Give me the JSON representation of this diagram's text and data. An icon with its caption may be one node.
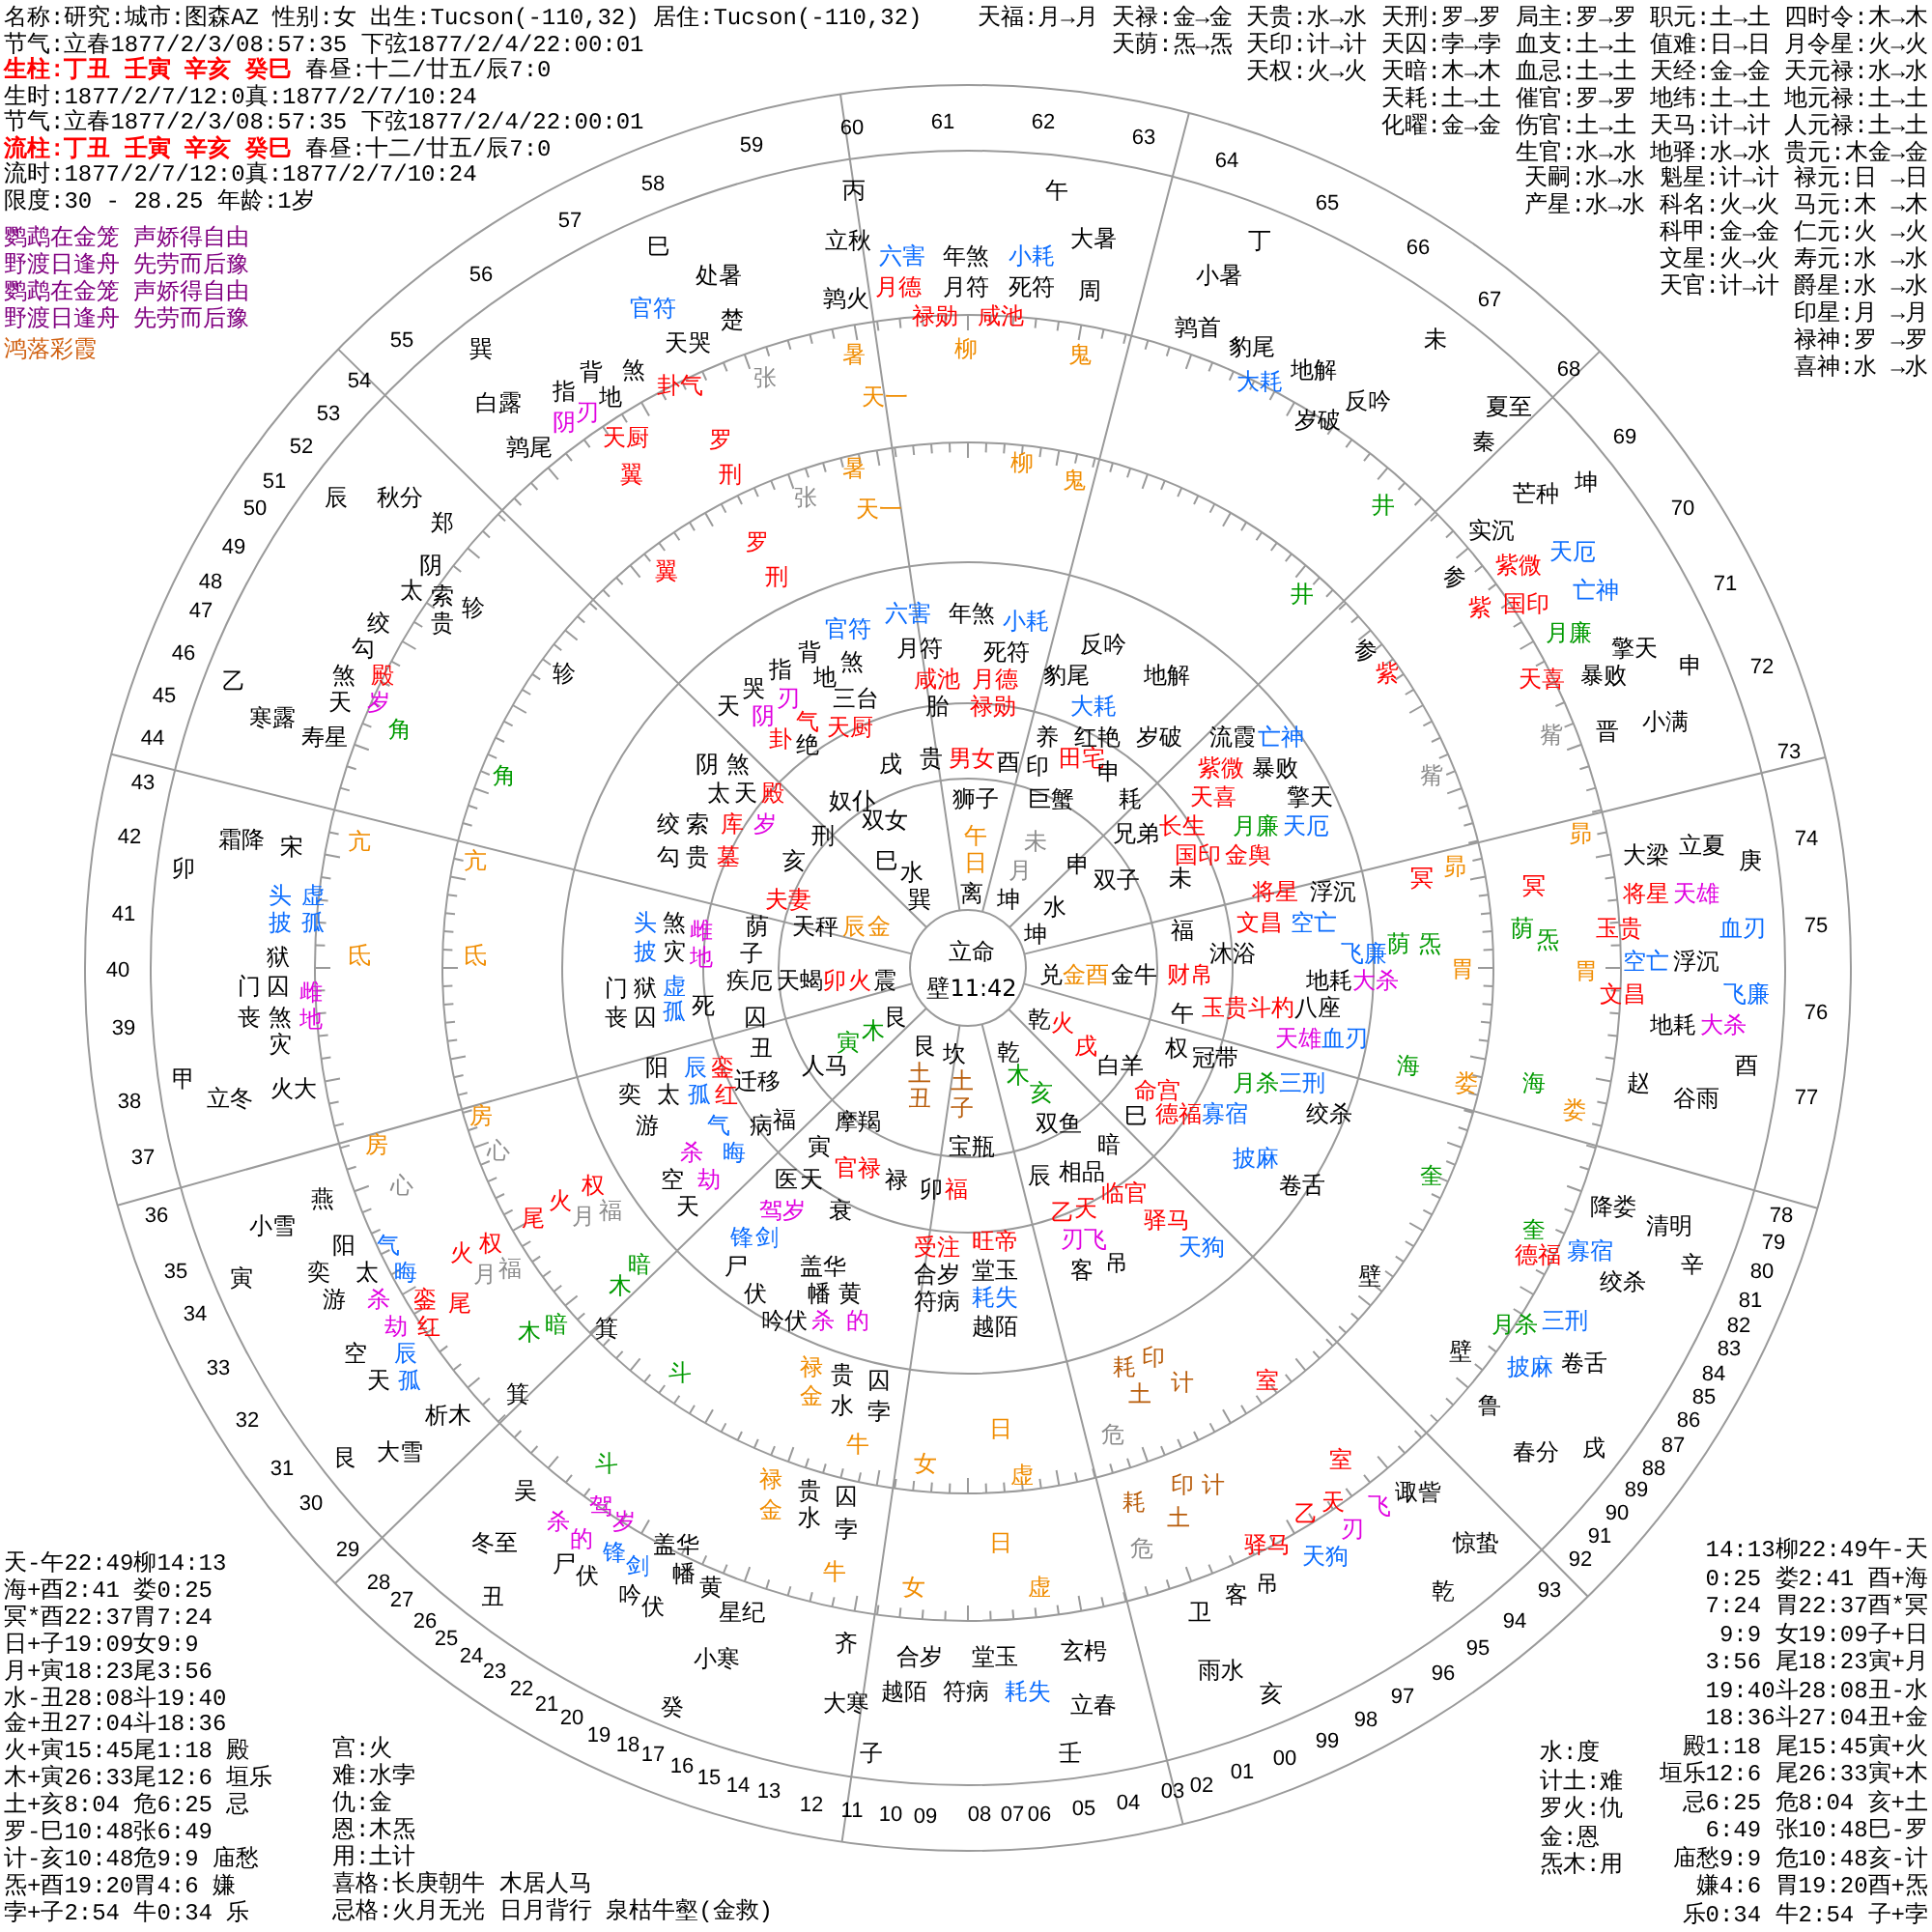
{
  "diagram": {
    "labels": [
      "名称:研究:城市:图森AZ 性别:女 出生:Tucson(-110,32) 居住:Tucson(-110,32)",
      "节气:立春1877/2/3/08:57:35 下弦1877/2/4/22:00:01",
      "**生柱:丁丑 壬寅 辛亥 癸巳** 春昼:十二/廿五/辰7:0",
      "生时:1877/2/7/12:0真:1877/2/7/10:24",
      "节气:立春1877/2/3/08:57:35 下弦1877/2/4/22:00:01",
      "**流柱:丁丑 壬寅 辛亥 癸巳** 春昼:十二/廿五/辰7:0",
      "流时:1877/2/7/12:0真:1877/2/7/10:24",
      "限度:30 - 28.25 年龄:1岁",
      "鹦鹉在金笼 声娇得自由",
      "野渡日逢舟 先劳而后豫",
      "鹦鹉在金笼 声娇得自由",
      "野渡日逢舟 先劳而后豫",
      "鸿落彩霞",
      "天福:月→月 天禄:金→金 天贵:水→水 天刑:罗→罗 局主:罗→罗 职元:土→土 四时令:木→木",
      "天荫:炁→炁 天印:计→计 天囚:孛→孛 血支:土→土 值难:日→日 月令星:火→火",
      "天权:火→火 天暗:木→木 血忌:土→土 天经:金→金 天元禄:水→水",
      "天耗:土→土 催官:罗→罗 地纬:土→土 地元禄:土→土",
      "化曜:金→金 伤官:土→土 天马:计→计 人元禄:土→土",
      "生官:水→水 地驿:水→水 贵元:木金→金",
      "天嗣:水→水 魁星:计→计 禄元:日 →日",
      "产星:水→水 科名:火→火 马元:木 →木",
      "科甲:金→金 仁元:火 →火",
      "文星:火→火 寿元:水 →水",
      "天官:计→计 爵星:水 →水",
      "印星:月 →月",
      "禄神:罗 →罗",
      "喜神:水 →水",
      "20",
      "19",
      "18",
      "17",
      "16",
      "15",
      "14",
      "13",
      "12",
      "11",
      "10",
      "09",
      "08",
      "07",
      "06",
      "05",
      "04",
      "03",
      "02",
      "01",
      "00",
      "99",
      "98",
      "97",
      "96",
      "95",
      "94",
      "93",
      "21",
      "22",
      "23",
      "24",
      "25",
      "26",
      "27",
      "28",
      "29",
      "30",
      "31",
      "32",
      "33",
      "34",
      "35",
      "36",
      "37",
      "38",
      "39",
      "40",
      "41",
      "42",
      "43",
      "44",
      "45",
      "46",
      "47",
      "48",
      "49",
      "50",
      "51",
      "52",
      "53",
      "54",
      "55",
      "56",
      "57",
      "58",
      "59",
      "60",
      "61",
      "62",
      "63",
      "64",
      "65",
      "66",
      "67",
      "68",
      "69",
      "70",
      "71",
      "72",
      "73",
      "74",
      "75",
      "76",
      "77",
      "78",
      "79",
      "80",
      "81",
      "82",
      "83",
      "84",
      "85",
      "86",
      "87",
      "88",
      "89",
      "90",
      "91",
      "92",
      "丙",
      "立秋",
      "鹑火",
      "巳",
      "处暑",
      "楚",
      "巽",
      "白露",
      "鹑尾",
      "辰",
      "秋分",
      "郑",
      "乙",
      "寒露",
      "寿星",
      "卯",
      "霜降",
      "宋",
      "甲",
      "立冬",
      "火大",
      "燕",
      "小雪",
      "寅",
      "析木",
      "艮",
      "大雪",
      "吴",
      "冬至",
      "丑",
      "星纪",
      "小寒",
      "癸",
      "齐",
      "大寒",
      "子",
      "午",
      "大暑",
      "周",
      "丁",
      "小暑",
      "鹑首",
      "未",
      "夏至",
      "秦",
      "芒种",
      "坤",
      "实沉",
      "申",
      "晋",
      "小满",
      "大梁",
      "立夏",
      "庚",
      "赵",
      "谷雨",
      "酉",
      "降娄",
      "清明",
      "辛",
      "鲁",
      "春分",
      "戌",
      "诹訾",
      "惊蛰",
      "卫",
      "乾",
      "雨水",
      "亥",
      "玄枵",
      "立春",
      "壬",
      "官符",
      "天哭",
      "指",
      "背",
      "煞",
      "地",
      "卦气",
      "阴",
      "刃",
      "天厨",
      "六害",
      "年煞",
      "小耗",
      "月德",
      "月符",
      "死符",
      "禄勋",
      "咸池",
      "太",
      "阴",
      "索",
      "绞",
      "贵",
      "勾",
      "煞",
      "殿",
      "天",
      "岁",
      "头",
      "披",
      "虚",
      "孤",
      "狱",
      "门",
      "囚",
      "丧",
      "煞",
      "灾",
      "雌",
      "地",
      "阳",
      "气",
      "奕",
      "太",
      "晦",
      "游",
      "杀",
      "銮",
      "劫",
      "红",
      "空",
      "辰",
      "天",
      "孤",
      "杀",
      "的",
      "驾",
      "岁",
      "尸",
      "伏",
      "锋",
      "剑",
      "盖",
      "华",
      "吟",
      "伏",
      "幡",
      "黄",
      "合岁",
      "堂玉",
      "越陌",
      "符病",
      "耗失",
      "乙",
      "天",
      "刃",
      "飞",
      "驿马",
      "天狗",
      "客",
      "吊",
      "德福",
      "寡宿",
      "绞杀",
      "月杀",
      "三刑",
      "披麻",
      "卷舌",
      "将星",
      "天雄",
      "玉贵",
      "血刃",
      "空亡",
      "浮沉",
      "文昌",
      "飞廉",
      "地耗",
      "大杀",
      "紫微",
      "天厄",
      "国印",
      "亡神",
      "月廉",
      "擎天",
      "天喜",
      "暴败",
      "张",
      "暑",
      "天一",
      "罗",
      "翼",
      "刑",
      "轸",
      "角",
      "亢",
      "氐",
      "房",
      "心",
      "火",
      "权",
      "月",
      "福",
      "尾",
      "木",
      "暗",
      "箕",
      "斗",
      "禄",
      "金",
      "贵",
      "水",
      "囚",
      "孛",
      "牛",
      "女",
      "日",
      "虚",
      "耗",
      "印",
      "土",
      "计",
      "危",
      "室",
      "壁",
      "奎",
      "海",
      "娄",
      "冥",
      "荫",
      "炁",
      "胃",
      "昴",
      "觜",
      "参",
      "紫",
      "井",
      "柳",
      "鬼",
      "豹尾",
      "大耗",
      "地解",
      "岁破",
      "反吟",
      "张",
      "暑",
      "天一",
      "罗",
      "翼",
      "刑",
      "轸",
      "角",
      "亢",
      "氐",
      "房",
      "心",
      "尾",
      "火",
      "权",
      "月",
      "福",
      "木",
      "暗",
      "箕",
      "斗",
      "禄",
      "金",
      "贵",
      "水",
      "囚",
      "孛",
      "牛",
      "女",
      "日",
      "虚",
      "耗",
      "印",
      "土",
      "计",
      "危",
      "室",
      "壁",
      "奎",
      "海",
      "娄",
      "冥",
      "荫",
      "炁",
      "胃",
      "昴",
      "觜",
      "参",
      "紫",
      "井",
      "柳",
      "鬼",
      "天",
      "哭",
      "指",
      "背",
      "官符",
      "阴",
      "刃",
      "地",
      "煞",
      "卦",
      "气",
      "三台",
      "绝",
      "天厨",
      "六害",
      "年煞",
      "小耗",
      "月符",
      "死符",
      "咸池",
      "月德",
      "胎",
      "禄勋",
      "阴",
      "煞",
      "太",
      "天",
      "殿",
      "绞",
      "索",
      "库",
      "岁",
      "勾",
      "贵",
      "墓",
      "头",
      "披",
      "煞",
      "灾",
      "雌",
      "地",
      "门",
      "狱",
      "虚",
      "丧",
      "囚",
      "孤",
      "死",
      "阳",
      "辰",
      "銮",
      "奕",
      "太",
      "孤",
      "红",
      "游",
      "气",
      "病",
      "杀",
      "晦",
      "空",
      "劫",
      "天",
      "医",
      "天",
      "驾",
      "岁",
      "衰",
      "锋",
      "剑",
      "尸",
      "盖",
      "华",
      "伏",
      "幡",
      "黄",
      "吟",
      "伏",
      "杀",
      "的",
      "受注",
      "合岁",
      "符病",
      "旺帝",
      "堂玉",
      "耗失",
      "越陌",
      "反吟",
      "豹尾",
      "地解",
      "大耗",
      "养",
      "红艳",
      "岁破",
      "流霞",
      "亡神",
      "紫微",
      "暴败",
      "天喜",
      "擎天",
      "长生",
      "月廉",
      "天厄",
      "国印",
      "金舆",
      "将星",
      "浮沉",
      "文昌",
      "空亡",
      "沐浴",
      "飞廉",
      "地耗",
      "大杀",
      "玉贵",
      "斗杓",
      "八座",
      "天雄",
      "血刃",
      "临官",
      "驿马",
      "天狗",
      "乙",
      "天",
      "刃",
      "飞",
      "客",
      "吊",
      "冠带",
      "月杀",
      "三刑",
      "德福",
      "寡宿",
      "绞杀",
      "披麻",
      "卷舌",
      "戌",
      "贵",
      "男女",
      "酉",
      "印",
      "田宅",
      "申",
      "奴仆",
      "刑",
      "双女",
      "亥",
      "巳",
      "水",
      "夫妻",
      "巽",
      "荫",
      "天秤",
      "辰",
      "金",
      "子",
      "疾厄",
      "天蝎",
      "卯",
      "火",
      "震",
      "囚",
      "丑",
      "迁移",
      "人马",
      "寅",
      "木",
      "艮",
      "福",
      "寅",
      "摩羯",
      "艮",
      "土",
      "丑",
      "官禄",
      "禄",
      "卯",
      "福",
      "宝瓶",
      "坎",
      "土",
      "子",
      "狮子",
      "午",
      "日",
      "离",
      "巨蟹",
      "未",
      "月",
      "坤",
      "申",
      "双子",
      "水",
      "坤",
      "兄弟",
      "未",
      "耗",
      "兑",
      "金酉",
      "金牛",
      "福",
      "财帛",
      "乾",
      "火",
      "戌",
      "午",
      "白羊",
      "权",
      "命宫",
      "乾",
      "木",
      "亥",
      "双鱼",
      "巳",
      "暗",
      "辰",
      "相品",
      "立命",
      "壁11:42",
      "天-午22:49柳14:13",
      "海+酉2:41 娄0:25",
      "冥*酉22:37胃7:24",
      "日+子19:09女9:9",
      "月+寅18:23尾3:56",
      "水-丑28:08斗19:40",
      "金+丑27:04斗18:36",
      "火+寅15:45尾1:18 殿",
      "木+寅26:33尾12:6 垣乐",
      "土+亥8:04 危6:25 忌",
      "罗-巳10:48张6:49",
      "计-亥10:48危9:9 庙愁",
      "炁+酉19:20胃4:6 嫌",
      "孛+子2:54 牛0:34 乐",
      "宫:火",
      "难:水孛",
      "仇:金",
      "恩:木炁",
      "用:土计",
      "喜格:长庚朝牛 木居人马",
      "忌格:火月无光 日月背行 泉枯牛壑(金救)",
      "14:13柳22:49午-天",
      "0:25 娄2:41 酉+海",
      "7:24 胃22:37酉*冥",
      "9:9 女19:09子+日",
      "3:56 尾18:23寅+月",
      "19:40斗28:08丑-水",
      "18:36斗27:04丑+金",
      "殿1:18 尾15:45寅+火",
      "垣乐12:6 尾26:33寅+木",
      "忌6:25 危8:04 亥+土",
      "6:49 张10:48巳-罗",
      "庙愁9:9 危10:48亥-计",
      "嫌4:6 胃19:20酉+炁",
      "乐0:34 牛2:54 子+孛",
      "水:度",
      "计土:难",
      "罗火:仇",
      "金:恩",
      "炁木:用"
    ]
  }
}
